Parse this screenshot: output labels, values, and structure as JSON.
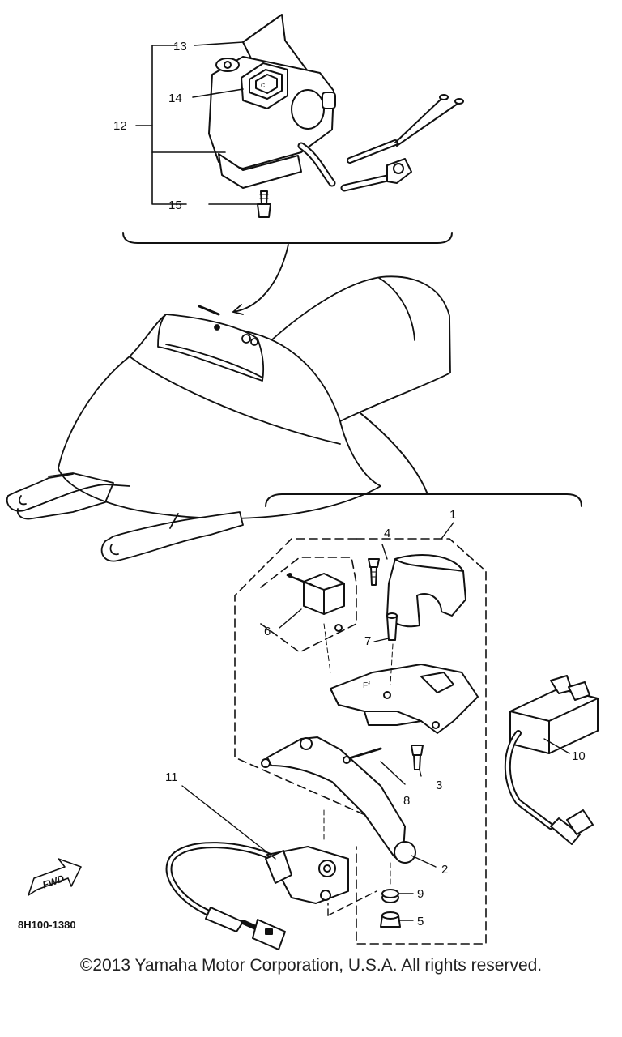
{
  "callouts": {
    "c1": "1",
    "c2": "2",
    "c3": "3",
    "c4": "4",
    "c5": "5",
    "c6": "6",
    "c7": "7",
    "c8": "8",
    "c9": "9",
    "c10": "10",
    "c11": "11",
    "c12": "12",
    "c13": "13",
    "c14": "14",
    "c15": "15"
  },
  "fwd_label": "FWD",
  "part_code": "8H100-1380",
  "copyright": "©2013 Yamaha Motor Corporation, U.S.A. All rights reserved."
}
